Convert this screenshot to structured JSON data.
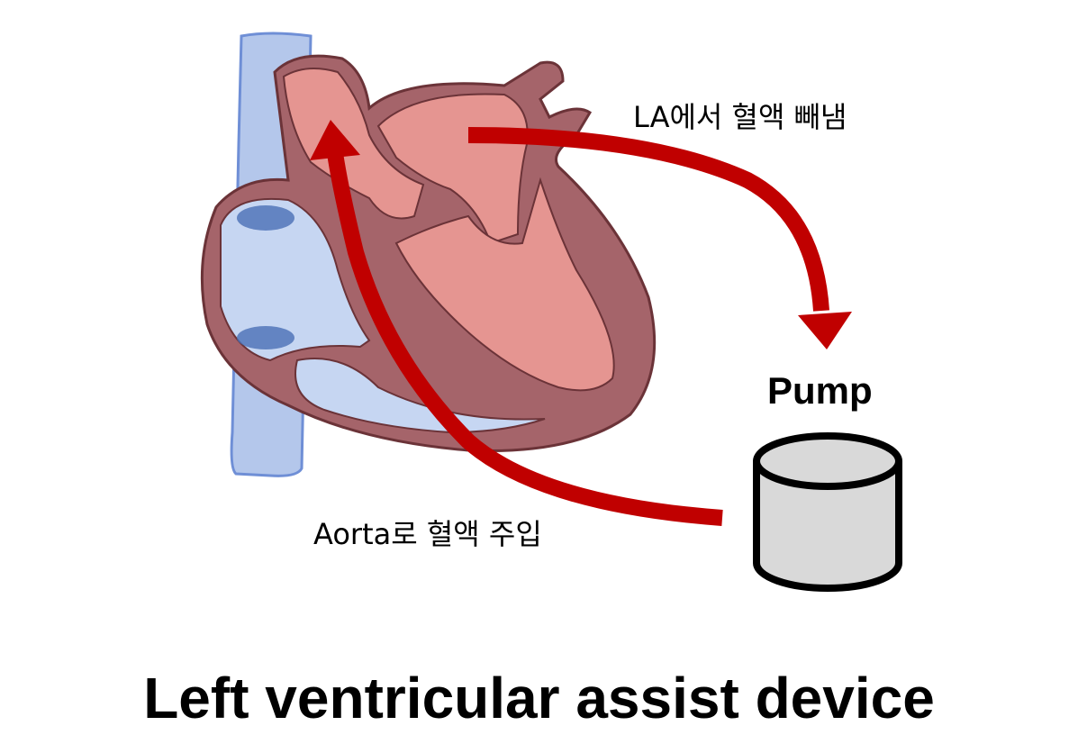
{
  "labels": {
    "la_withdraw": "LA에서 혈액 빼냄",
    "aorta_inject": "Aorta로 혈액 주입",
    "pump": "Pump",
    "title": "Left ventricular assist device"
  },
  "colors": {
    "arrow": "#c00000",
    "heart_wall": "#a5646a",
    "left_chambers": "#e59591",
    "right_chambers": "#c6d6f2",
    "vena_cava": "#b4c7eb",
    "pump_fill": "#d9d9d9"
  }
}
